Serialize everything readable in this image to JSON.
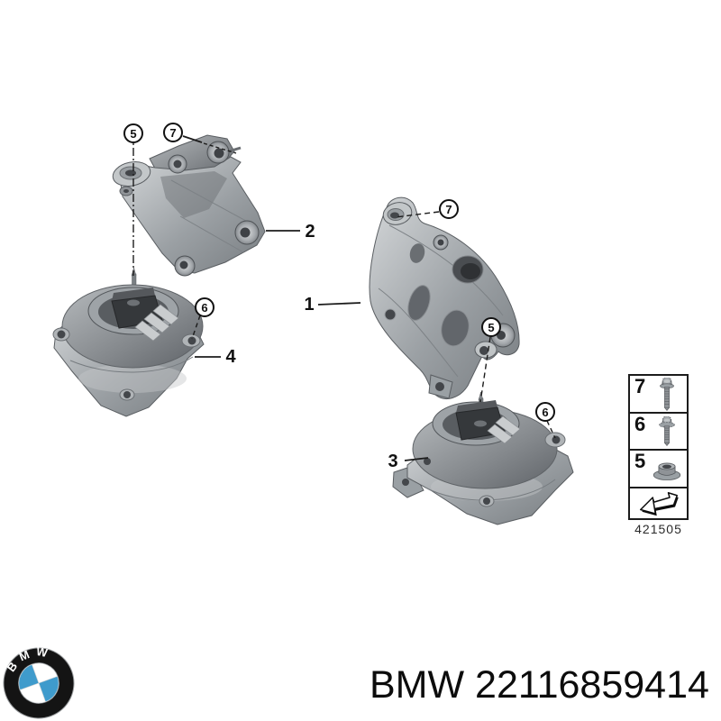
{
  "diagram": {
    "callouts": [
      {
        "label": "5",
        "part": "bracket-left"
      },
      {
        "label": "7",
        "part": "bracket-left"
      },
      {
        "label": "7",
        "part": "bracket-right"
      },
      {
        "label": "5",
        "part": "bracket-right"
      },
      {
        "label": "6",
        "part": "mount-left"
      },
      {
        "label": "6",
        "part": "mount-right"
      }
    ],
    "part_labels": [
      {
        "label": "1"
      },
      {
        "label": "2"
      },
      {
        "label": "3"
      },
      {
        "label": "4"
      }
    ],
    "legend": {
      "rows": [
        {
          "label": "7",
          "icon": "flange-bolt-long-icon"
        },
        {
          "label": "6",
          "icon": "flange-bolt-short-icon"
        },
        {
          "label": "5",
          "icon": "flange-nut-icon"
        },
        {
          "label": "",
          "icon": "direction-arrow-icon"
        }
      ],
      "diagram_number": "421505"
    }
  },
  "footer": {
    "logo_text": "BMW",
    "caption": "BMW 22116859414"
  },
  "colors": {
    "line": "#1c1c1c",
    "part_light": "#cdd0d2",
    "part_mid": "#9aa0a4",
    "part_dark": "#5f6367",
    "bmw_blue": "#3f9bcc"
  }
}
